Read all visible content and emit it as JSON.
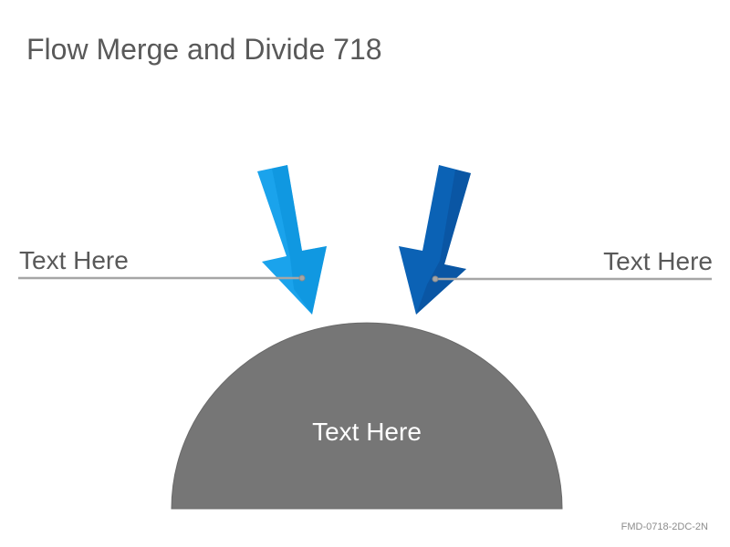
{
  "slide": {
    "title": "Flow Merge and Divide 718",
    "footer_code": "FMD-0718-2DC-2N"
  },
  "labels": {
    "left": "Text Here",
    "right": "Text Here",
    "center": "Text Here"
  },
  "colors": {
    "left_arrow": "#1aa3ec",
    "left_arrow_shade": "#0a8fd8",
    "right_arrow": "#0b62b5",
    "right_arrow_shade": "#0a4f9a",
    "semicircle": "#767676",
    "callout_line": "#a6a6a6",
    "text": "#595959"
  }
}
